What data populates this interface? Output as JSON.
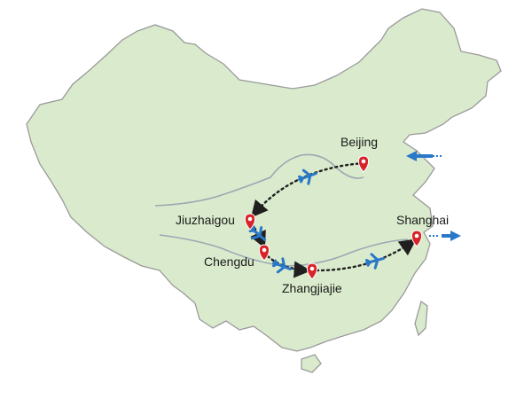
{
  "map": {
    "colors": {
      "land": "#d9ebcc",
      "border": "#9a9a9a",
      "river": "#9aa7b4",
      "route": "#1f1f1f",
      "plane": "#2a78c8",
      "pin": "#d9232a",
      "arrow": "#2a78c8"
    },
    "cities": [
      {
        "id": "beijing",
        "label": "Beijing",
        "pin": "map-pin-icon"
      },
      {
        "id": "jiuzhaigou",
        "label": "Jiuzhaigou",
        "pin": "map-pin-icon"
      },
      {
        "id": "chengdu",
        "label": "Chengdu",
        "pin": "map-pin-icon"
      },
      {
        "id": "zhangjiajie",
        "label": "Zhangjiajie",
        "pin": "map-pin-icon"
      },
      {
        "id": "shanghai",
        "label": "Shanghai",
        "pin": "map-pin-icon"
      }
    ],
    "route_order": [
      "beijing",
      "jiuzhaigou",
      "chengdu",
      "zhangjiajie",
      "shanghai"
    ],
    "route_icons": [
      "airplane-icon",
      "arrival-arrow-icon",
      "departure-arrow-icon"
    ]
  }
}
